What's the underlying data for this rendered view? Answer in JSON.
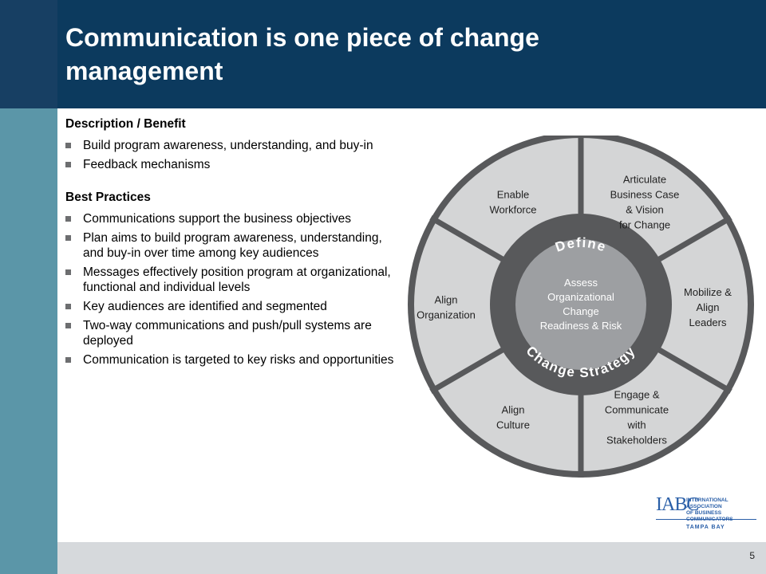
{
  "slide": {
    "title": "Communication is one piece of change management",
    "page_number": "5"
  },
  "description": {
    "heading": "Description / Benefit",
    "items": [
      "Build program awareness, understanding, and buy-in",
      "Feedback mechanisms"
    ]
  },
  "best_practices": {
    "heading": "Best Practices",
    "items": [
      "Communications support the business objectives",
      "Plan aims to build program awareness, understanding, and buy-in over time among key audiences",
      "Messages effectively position program at organizational, functional and individual levels",
      "Key audiences are identified and segmented",
      "Two-way communications and push/pull systems are deployed",
      "Communication is targeted to key risks and opportunities"
    ]
  },
  "diagram": {
    "segments": [
      {
        "lines": [
          "Enable",
          "Workforce"
        ]
      },
      {
        "lines": [
          "Articulate",
          "Business Case",
          "& Vision",
          "for Change"
        ]
      },
      {
        "lines": [
          "Mobilize &",
          "Align",
          "Leaders"
        ]
      },
      {
        "lines": [
          "Engage &",
          "Communicate",
          "with",
          "Stakeholders"
        ]
      },
      {
        "lines": [
          "Align",
          "Culture"
        ]
      },
      {
        "lines": [
          "Align",
          "Organization"
        ]
      }
    ],
    "ring_top_label": "Define",
    "ring_bottom_label": "Change Strategy",
    "center_lines": [
      "Assess",
      "Organizational",
      "Change",
      "Readiness & Risk"
    ]
  },
  "logo": {
    "mark": "IABC",
    "name_lines": [
      "INTERNATIONAL ASSOCIATION",
      "OF BUSINESS COMMUNICATORS"
    ],
    "chapter": "TAMPA BAY"
  }
}
